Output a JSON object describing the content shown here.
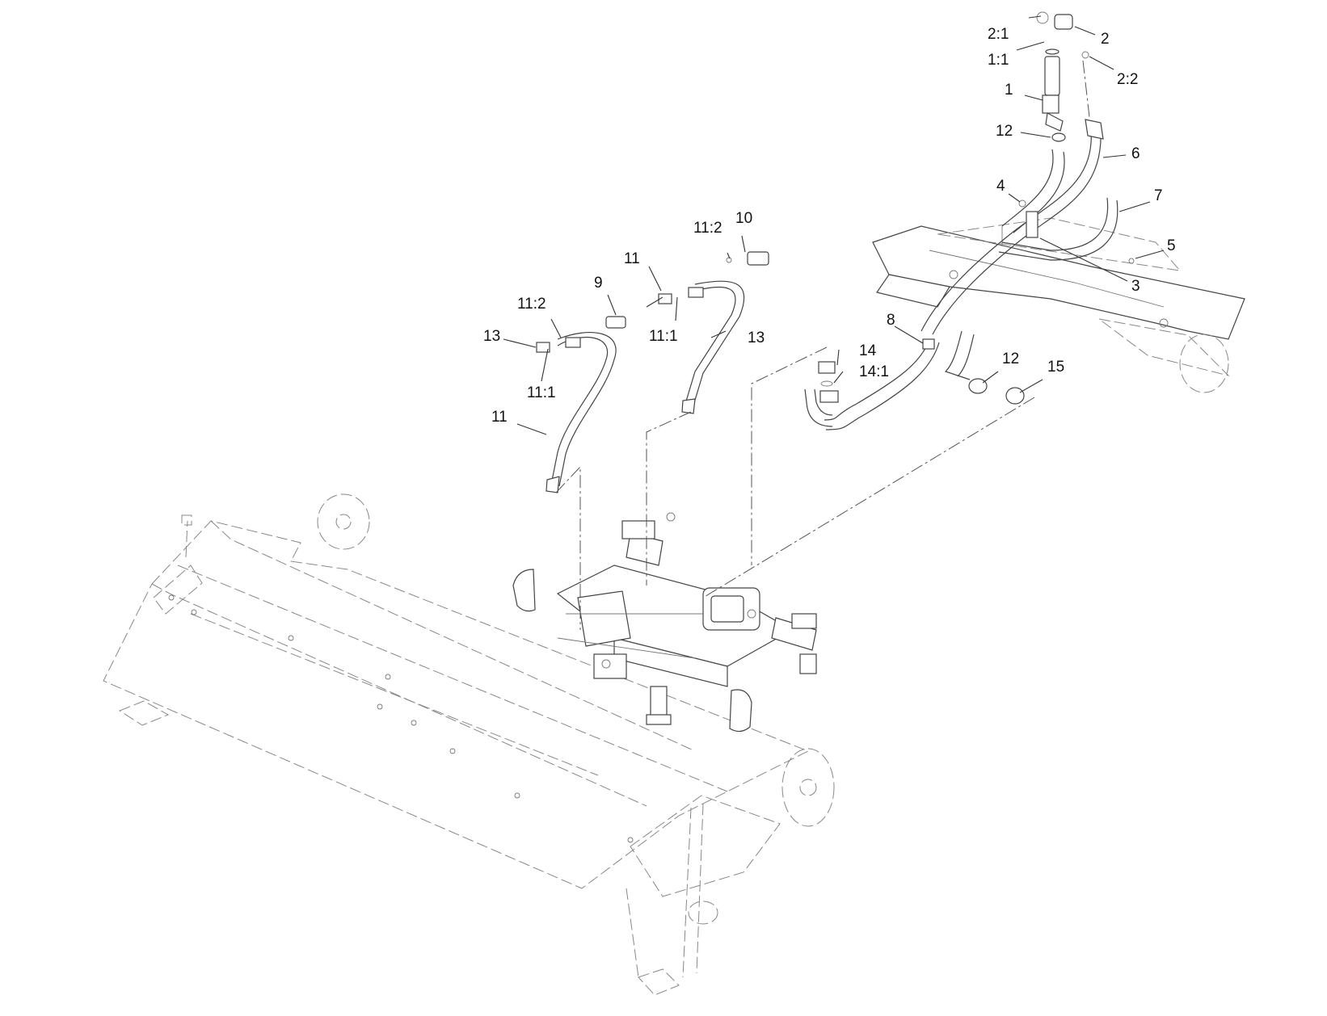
{
  "callouts": [
    {
      "id": "c2-1",
      "text": "2:1"
    },
    {
      "id": "c2",
      "text": "2"
    },
    {
      "id": "c1-1",
      "text": "1:1"
    },
    {
      "id": "c2-2",
      "text": "2:2"
    },
    {
      "id": "c1",
      "text": "1"
    },
    {
      "id": "c12a",
      "text": "12"
    },
    {
      "id": "c6",
      "text": "6"
    },
    {
      "id": "c4",
      "text": "4"
    },
    {
      "id": "c7",
      "text": "7"
    },
    {
      "id": "c5",
      "text": "5"
    },
    {
      "id": "c3",
      "text": "3"
    },
    {
      "id": "c10",
      "text": "10"
    },
    {
      "id": "c11-2a",
      "text": "11:2"
    },
    {
      "id": "c11a",
      "text": "11"
    },
    {
      "id": "c9",
      "text": "9"
    },
    {
      "id": "c11-2b",
      "text": "11:2"
    },
    {
      "id": "c11-1a",
      "text": "11:1"
    },
    {
      "id": "c13a",
      "text": "13"
    },
    {
      "id": "c11b",
      "text": "11"
    },
    {
      "id": "c11-1b",
      "text": "11:1"
    },
    {
      "id": "c13b",
      "text": "13"
    },
    {
      "id": "c8",
      "text": "8"
    },
    {
      "id": "c14",
      "text": "14"
    },
    {
      "id": "c14-1",
      "text": "14:1"
    },
    {
      "id": "c12b",
      "text": "12"
    },
    {
      "id": "c15",
      "text": "15"
    }
  ]
}
